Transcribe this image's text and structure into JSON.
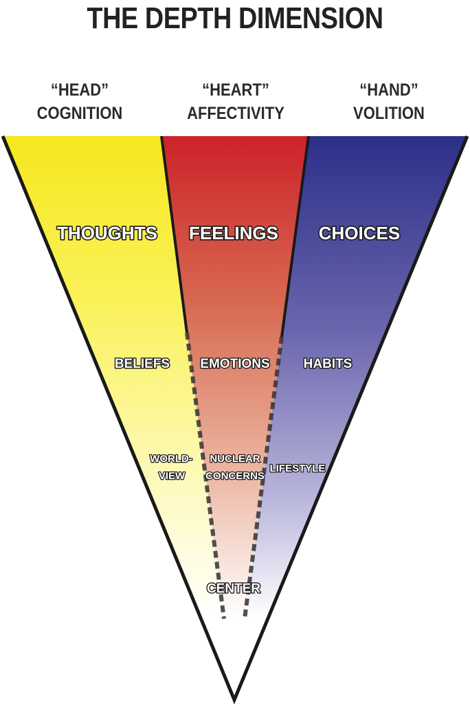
{
  "title": "THE DEPTH DIMENSION",
  "columns": [
    {
      "quote": "“HEAD”",
      "faculty": "COGNITION",
      "color": "#f6e71d"
    },
    {
      "quote": "“HEART”",
      "faculty": "AFFECTIVITY",
      "color": "#cc2229"
    },
    {
      "quote": "“HAND”",
      "faculty": "VOLITION",
      "color": "#2b3088"
    }
  ],
  "levels": {
    "surface": [
      "THOUGHTS",
      "FEELINGS",
      "CHOICES"
    ],
    "middle": [
      "BELIEFS",
      "EMOTIONS",
      "HABITS"
    ],
    "deep": {
      "head_line1": "WORLD-",
      "head_line2": "VIEW",
      "heart_line1": "NUCLEAR",
      "heart_line2": "CONCERNS",
      "hand": "LIFESTYLE"
    },
    "center": "CENTER"
  }
}
